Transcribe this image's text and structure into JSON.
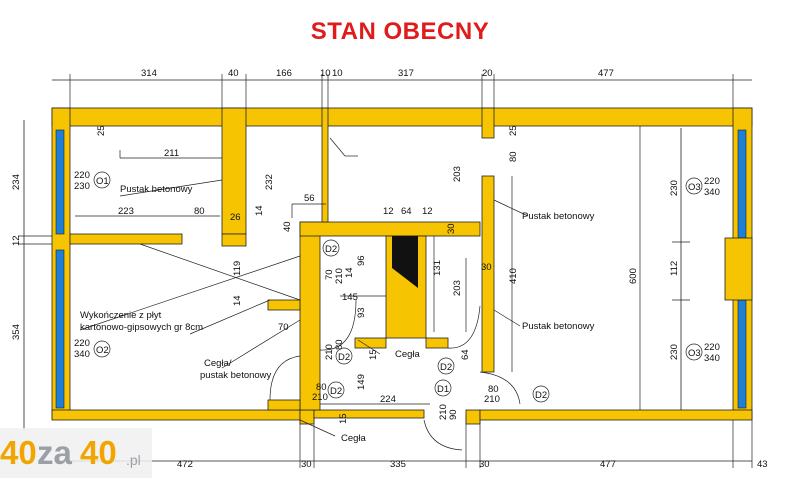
{
  "title": "STAN OBECNY",
  "dimensions": {
    "top": [
      "314",
      "40",
      "166",
      "10",
      "317",
      "20",
      "477"
    ],
    "bottom": [
      "472",
      "30",
      "335",
      "30",
      "477",
      "43"
    ],
    "left": [
      "234",
      "12",
      "354"
    ],
    "right": [
      "230",
      "112",
      "230"
    ]
  },
  "inner_dims": {
    "d211": "211",
    "d25a": "25",
    "d223": "223",
    "d80a": "80",
    "d26": "26",
    "d14a": "14",
    "d232": "232",
    "d56": "56",
    "d40": "40",
    "d119": "119",
    "d14b": "14",
    "d70a": "70",
    "d145": "145",
    "d12a": "12",
    "d64a": "64",
    "d12b": "12",
    "d30a": "30",
    "d203a": "203",
    "d80b": "80",
    "d25b": "25",
    "d410": "410",
    "d600": "600",
    "d131": "131",
    "d203b": "203",
    "d30b": "30",
    "d70b": "70",
    "d210a": "210",
    "d14c": "14",
    "d96": "96",
    "d93": "93",
    "d15": "15",
    "d64b": "64",
    "d149": "149",
    "d224": "224",
    "d90": "90",
    "d80c": "80",
    "d210b": "210",
    "d80d": "80",
    "d210c": "210",
    "d10": "10",
    "d15b": "15"
  },
  "labels": {
    "pustak1": "Pustak betonowy",
    "pustak2": "Pustak betonowy",
    "pustak3": "Pustak betonowy",
    "wyk1": "Wykończenie z płyt",
    "wyk2": "kartonowo-gipsowych gr 8cm",
    "cegla1a": "Cegła/",
    "cegla1b": "pustak betonowy",
    "cegla2": "Cegła",
    "cegla3": "Cegła"
  },
  "windows": {
    "o1": {
      "tag": "O1",
      "w": "220",
      "h": "230"
    },
    "o2": {
      "tag": "O2",
      "w": "220",
      "h": "340"
    },
    "o3a": {
      "tag": "O3",
      "w": "220",
      "h": "340"
    },
    "o3b": {
      "tag": "O3",
      "w": "220",
      "h": "340"
    }
  },
  "doors": {
    "d2a": "D2",
    "d2b": "D2",
    "d2c": "D2",
    "d2d": "D2",
    "d2e": "D2",
    "d1": "D1",
    "d2a_w": "70",
    "d2a_h": "210",
    "d2b_w": "80",
    "d2b_h": "210",
    "d2c_w": "80",
    "d2c_h": "210",
    "d1_w": "90",
    "d1_h": "210",
    "d2e_w": "80",
    "d2e_h": "210"
  },
  "logo": {
    "part1": "40",
    "part2": "za",
    "part3": "40",
    "part4": ".pl"
  },
  "colors": {
    "wall": "#f6c400",
    "window": "#1e7fd6",
    "title": "#e01b1b"
  }
}
